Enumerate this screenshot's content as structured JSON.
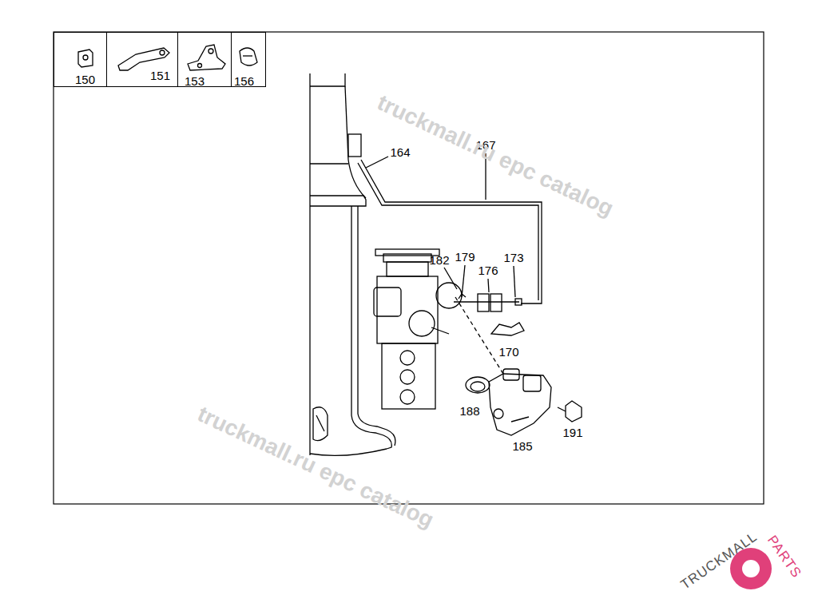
{
  "diagram": {
    "nodes": [
      {
        "text": [
          "150"
        ]
      },
      {
        "text": [
          "151"
        ]
      },
      {
        "text": [
          "153"
        ]
      },
      {
        "text": [
          "156"
        ]
      }
    ],
    "edges": [],
    "labels": [
      "164",
      "167",
      "182",
      "179",
      "173",
      "176",
      "170",
      "188",
      "185",
      "191",
      "truckmall.ru epc catalog",
      "truckmall.ru epc catalog",
      "TRUCKMALL",
      "PARTS"
    ]
  }
}
